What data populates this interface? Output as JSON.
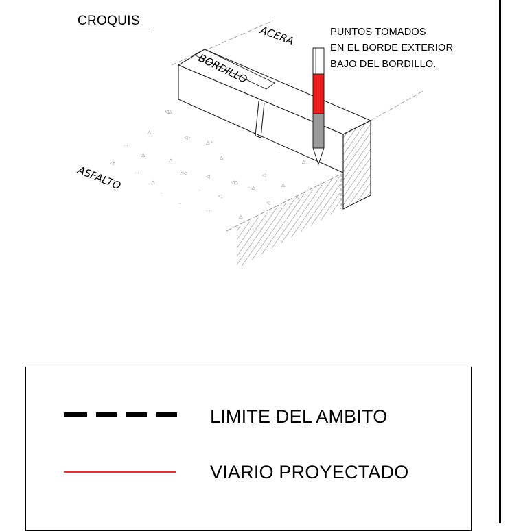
{
  "title": "CROQUIS",
  "labels": {
    "acera": "ACERA",
    "bordillo": "BORDILLO",
    "asfalto": "ASFALTO"
  },
  "note": {
    "line1": "PUNTOS TOMADOS",
    "line2": "EN EL BORDE EXTERIOR",
    "line3": "BAJO DEL BORDILLO."
  },
  "legend": {
    "items": [
      {
        "label": "LIMITE DEL AMBITO",
        "style": "dashed",
        "color": "#000000"
      },
      {
        "label": "VIARIO PROYECTADO",
        "style": "solid",
        "color": "#ee2b2b"
      }
    ]
  },
  "colors": {
    "probe_red": "#ee1c1c",
    "probe_grey": "#9a9a9a"
  }
}
